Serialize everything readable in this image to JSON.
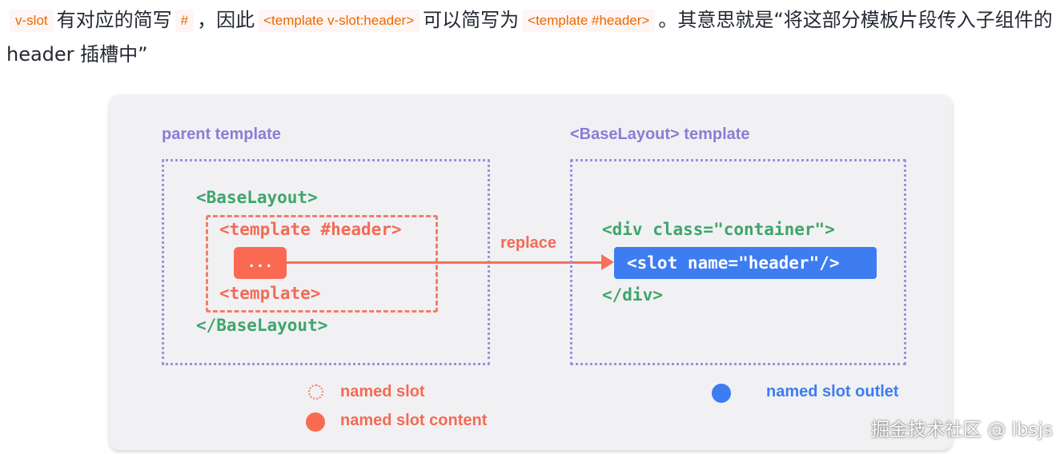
{
  "paragraph": {
    "code_vslot": "v-slot",
    "text_1": "有对应的简写",
    "code_hash": "#",
    "text_2": "，因此",
    "code_template_vslot": "<template v-slot:header>",
    "text_3": "可以简写为",
    "code_template_hash": "<template #header>",
    "text_4": "。其意思就是“将这部分模板片段传入子组件的 header 插槽中”"
  },
  "diagram": {
    "parent_title": "parent template",
    "child_title": "<BaseLayout> template",
    "parent_code": {
      "open_tag": "<BaseLayout>",
      "template_open": "<template #header>",
      "content": "...",
      "template_close": "<template>",
      "close_tag": "</BaseLayout>"
    },
    "child_code": {
      "div_open": "<div class=\"container\">",
      "slot": "<slot name=\"header\"/>",
      "div_close": "</div>"
    },
    "arrow_label": "replace",
    "legend": {
      "named_slot": "named slot",
      "named_slot_content": "named slot content",
      "named_slot_outlet": "named slot outlet"
    },
    "colors": {
      "purple": "#8e7bd6",
      "green": "#3fa56b",
      "coral": "#f46a55",
      "blue": "#3d7cf1"
    }
  },
  "watermark": "掘金技术社区 @ lbsjs"
}
